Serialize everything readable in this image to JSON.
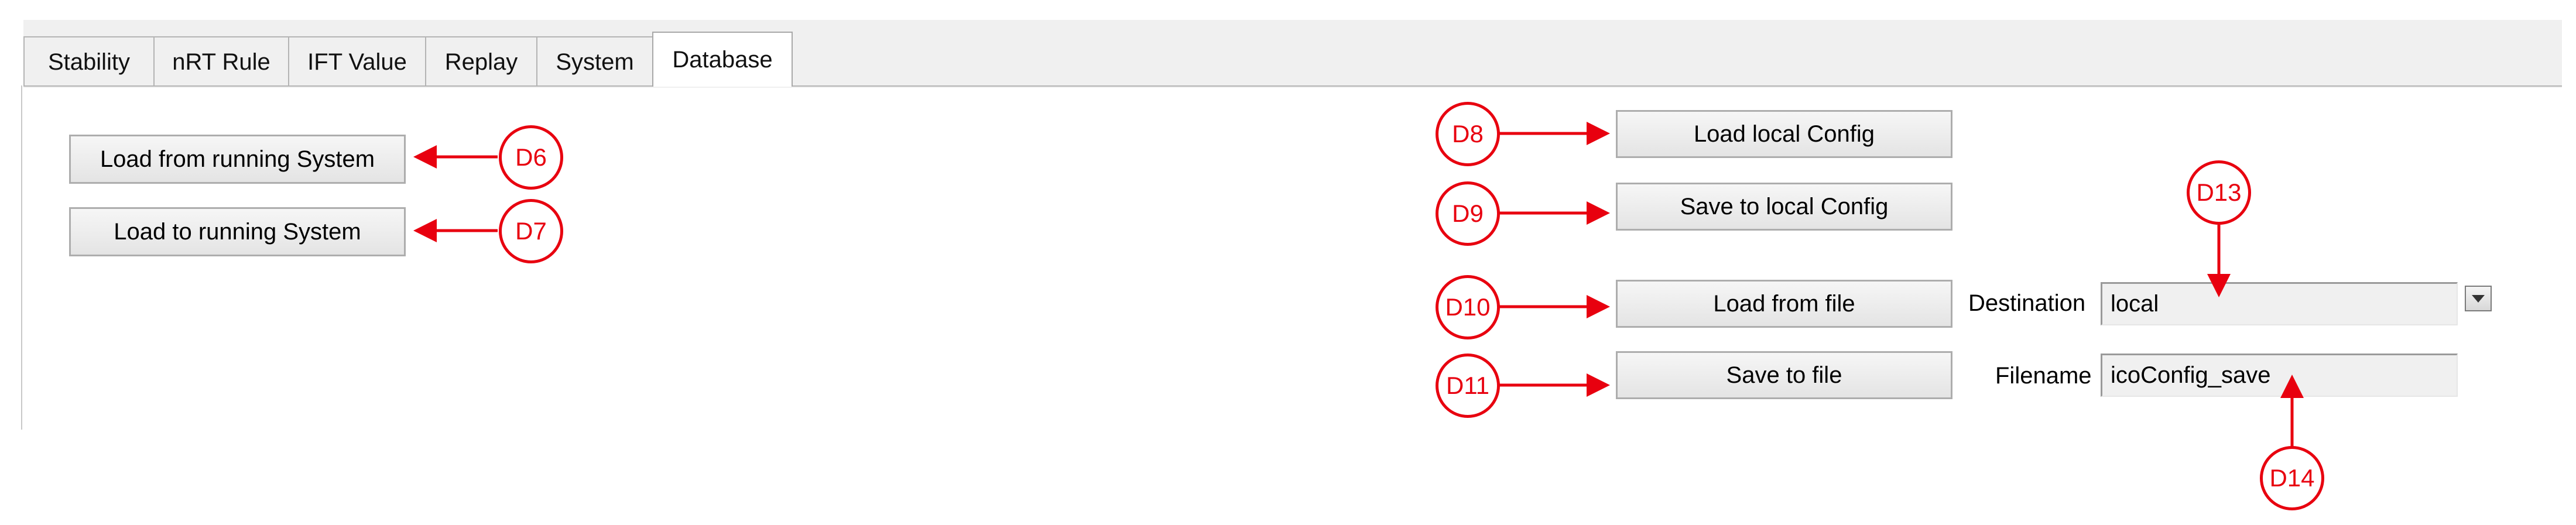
{
  "tabs": [
    {
      "label": "Stability",
      "active": false
    },
    {
      "label": "nRT Rule",
      "active": false
    },
    {
      "label": "IFT Value",
      "active": false
    },
    {
      "label": "Replay",
      "active": false
    },
    {
      "label": "System",
      "active": false
    },
    {
      "label": "Database",
      "active": true
    }
  ],
  "buttons": {
    "load_from_running": "Load from running System",
    "load_to_running": "Load to running System",
    "load_local_config": "Load local Config",
    "save_local_config": "Save to local Config",
    "load_from_file": "Load from file",
    "save_to_file": "Save to file"
  },
  "destination": {
    "label": "Destination",
    "value": "local"
  },
  "filename": {
    "label": "Filename",
    "value": "icoConfig_save"
  },
  "callouts": {
    "d6": "D6",
    "d7": "D7",
    "d8": "D8",
    "d9": "D9",
    "d10": "D10",
    "d11": "D11",
    "d13": "D13",
    "d14": "D14"
  },
  "colors": {
    "annotation": "#e8000f",
    "button_border": "#adadad",
    "tab_bg": "#f0f0f0"
  },
  "icons": {
    "dropdown": "dropdown-arrow-icon"
  }
}
